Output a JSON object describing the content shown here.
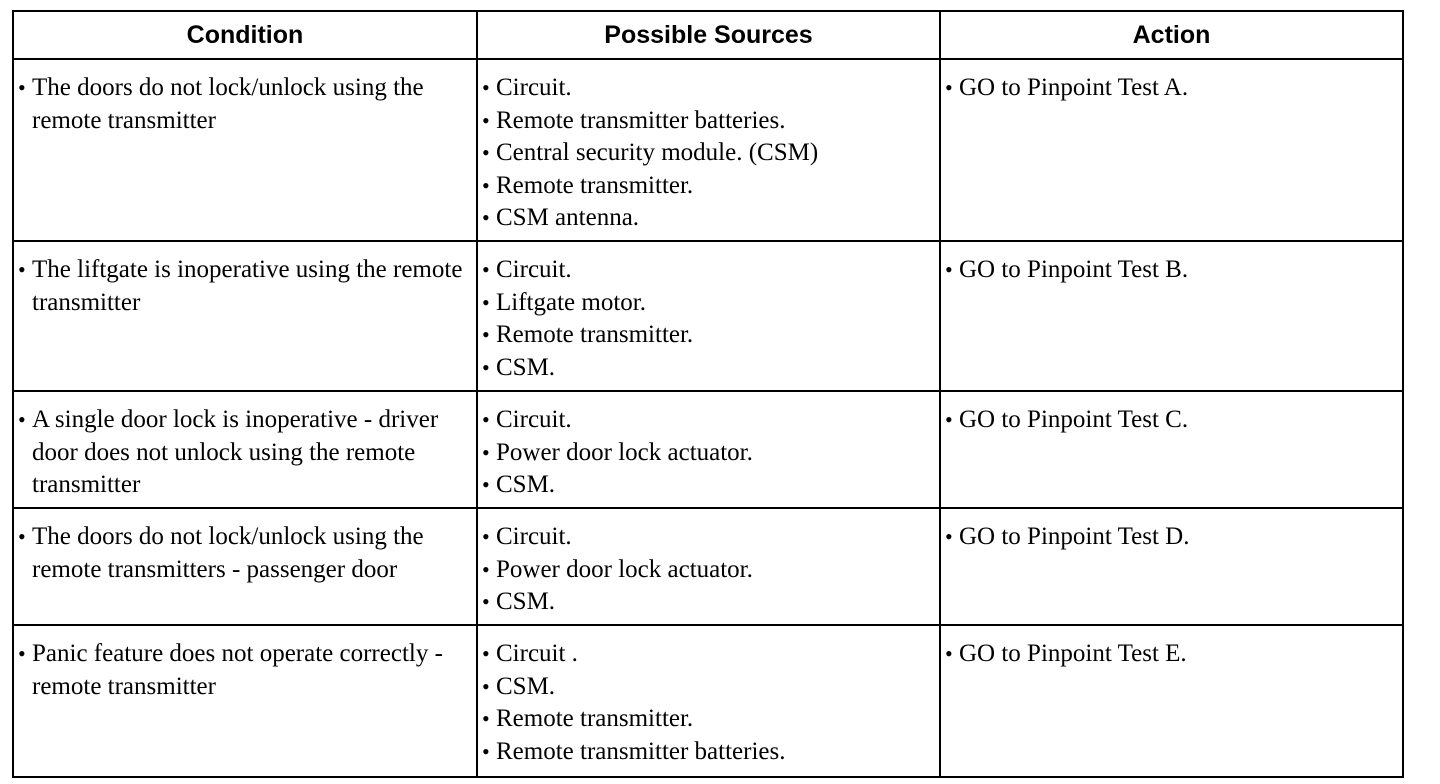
{
  "table": {
    "headers": [
      "Condition",
      "Possible Sources",
      "Action"
    ],
    "rows": [
      {
        "condition": "The doors do not lock/unlock using the remote transmitter",
        "sources": [
          "Circuit.",
          "Remote transmitter batteries.",
          "Central security module. (CSM)",
          "Remote transmitter.",
          "CSM antenna."
        ],
        "action": "GO to Pinpoint Test A."
      },
      {
        "condition": "The liftgate is inoperative using the remote transmitter",
        "sources": [
          "Circuit.",
          "Liftgate motor.",
          "Remote transmitter.",
          "CSM."
        ],
        "action": "GO to Pinpoint Test B."
      },
      {
        "condition": "A single door lock is inoperative - driver door does not unlock using the remote transmitter",
        "sources": [
          "Circuit.",
          "Power door lock actuator.",
          "CSM."
        ],
        "action": "GO to Pinpoint Test C."
      },
      {
        "condition": "The doors do not lock/unlock using the remote transmitters - passenger door",
        "sources": [
          "Circuit.",
          "Power door lock actuator.",
          "CSM."
        ],
        "action": "GO to Pinpoint Test D."
      },
      {
        "condition": "Panic feature does not operate correctly - remote transmitter",
        "sources": [
          "Circuit .",
          "CSM.",
          "Remote transmitter.",
          "Remote transmitter batteries."
        ],
        "action": "GO to Pinpoint Test E."
      }
    ]
  }
}
